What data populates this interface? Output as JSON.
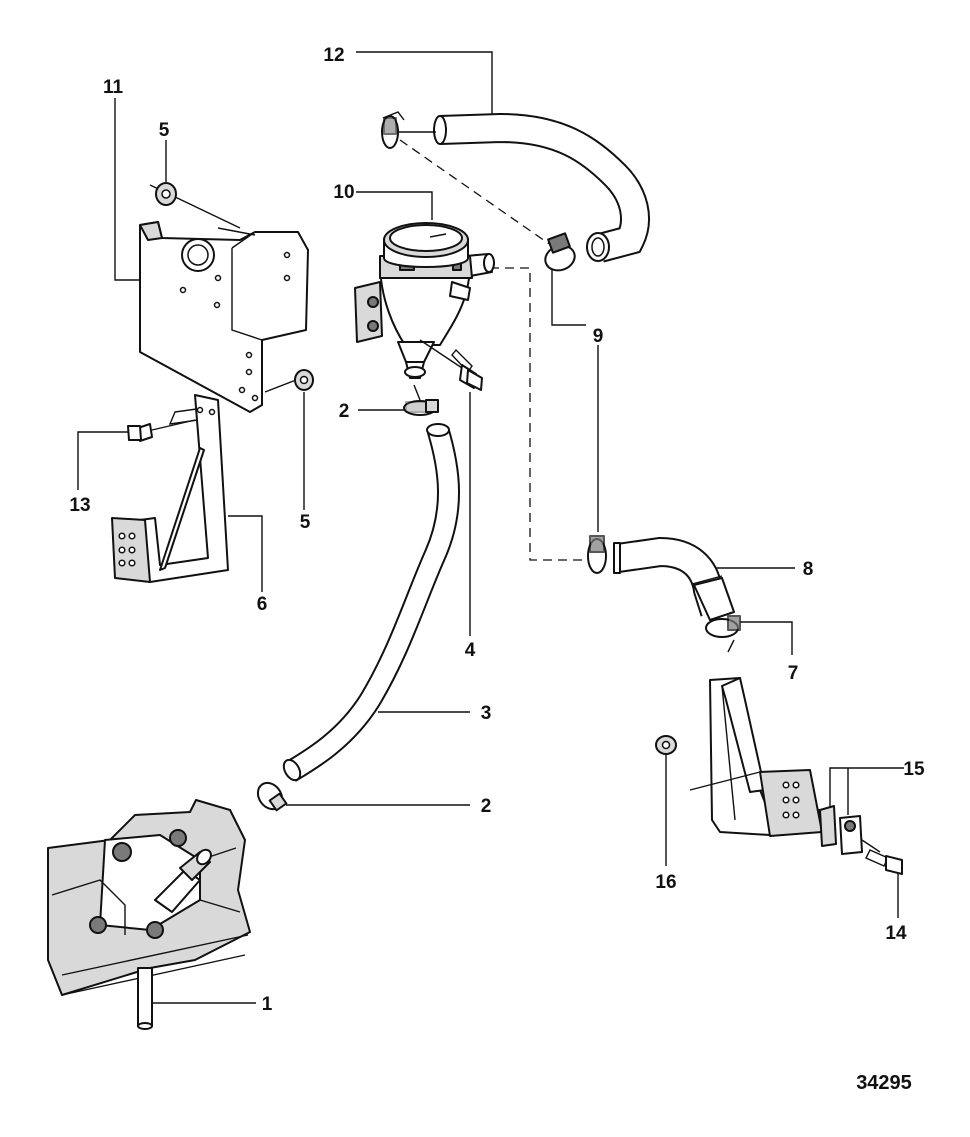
{
  "figure_id": "34295",
  "callouts": [
    {
      "id": "callout-1",
      "label": "1"
    },
    {
      "id": "callout-2-upper",
      "label": "2"
    },
    {
      "id": "callout-2-lower",
      "label": "2"
    },
    {
      "id": "callout-3",
      "label": "3"
    },
    {
      "id": "callout-4",
      "label": "4"
    },
    {
      "id": "callout-5-upper",
      "label": "5"
    },
    {
      "id": "callout-5-lower",
      "label": "5"
    },
    {
      "id": "callout-6",
      "label": "6"
    },
    {
      "id": "callout-7",
      "label": "7"
    },
    {
      "id": "callout-8",
      "label": "8"
    },
    {
      "id": "callout-9",
      "label": "9"
    },
    {
      "id": "callout-10",
      "label": "10"
    },
    {
      "id": "callout-11",
      "label": "11"
    },
    {
      "id": "callout-12",
      "label": "12"
    },
    {
      "id": "callout-13",
      "label": "13"
    },
    {
      "id": "callout-14",
      "label": "14"
    },
    {
      "id": "callout-15",
      "label": "15"
    },
    {
      "id": "callout-16",
      "label": "16"
    }
  ]
}
